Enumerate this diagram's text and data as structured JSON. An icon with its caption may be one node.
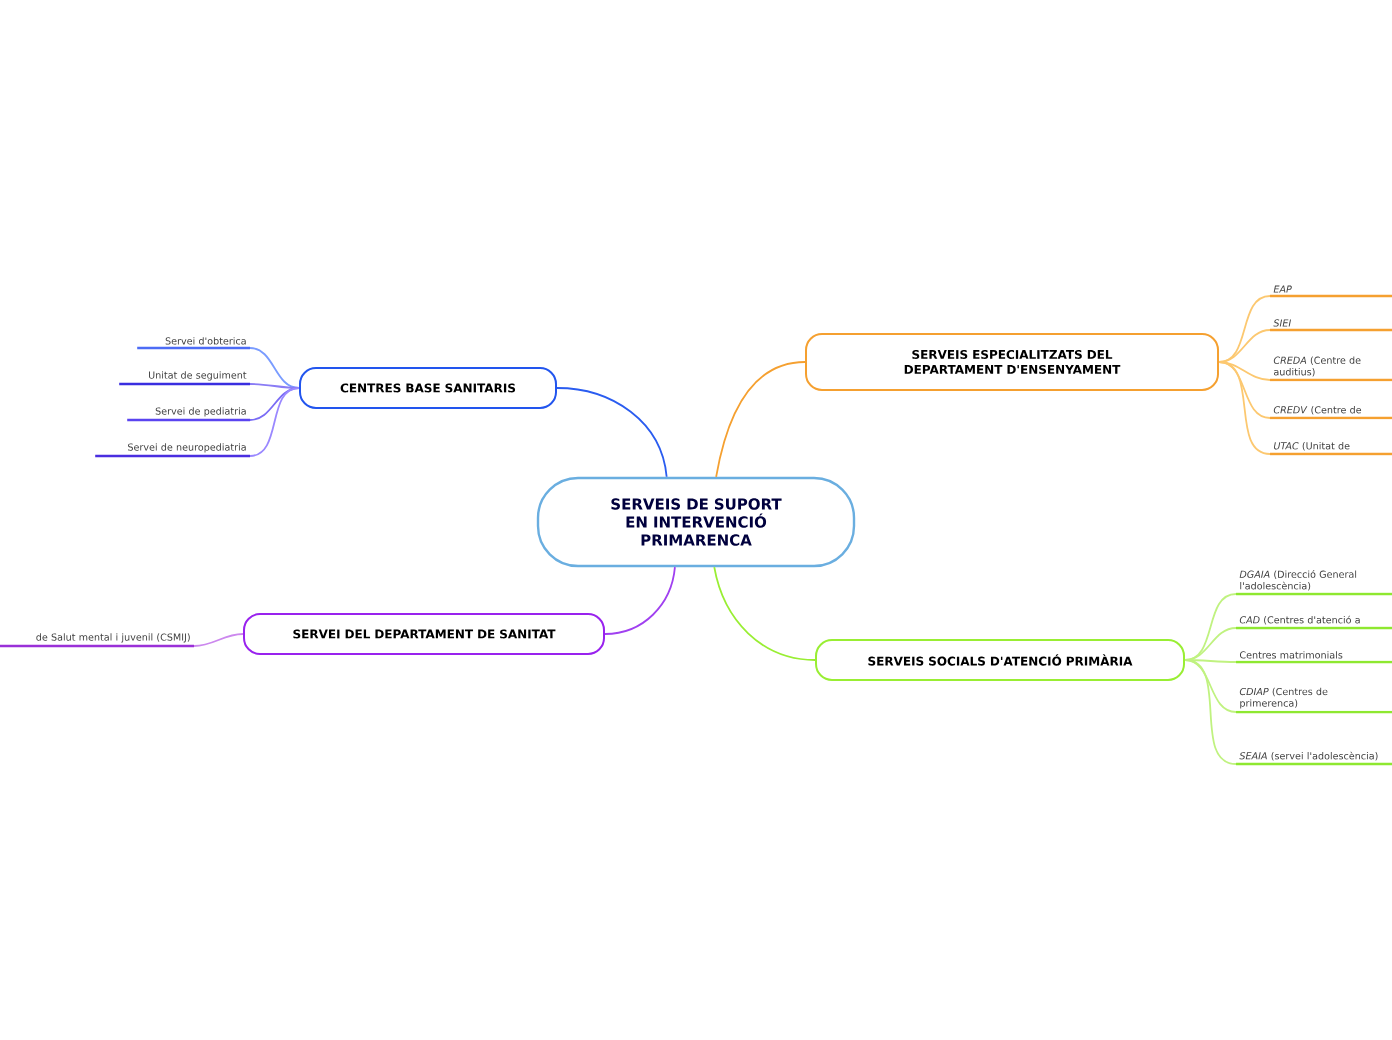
{
  "diagram": {
    "nodes": [
      {
        "text": [
          "SERVEIS DE SUPORT EN INTERVENCIÓ PRIMARENCA"
        ]
      },
      {
        "text": [
          "CENTRES BASE SANITARIS"
        ]
      },
      {
        "text": [
          "Servei d'obterica"
        ]
      },
      {
        "text": [
          "Unitat de seguiment"
        ]
      },
      {
        "text": [
          "Servei de pediatria"
        ]
      },
      {
        "text": [
          "Servei de neuropediatria"
        ]
      },
      {
        "text": [
          "SERVEI DEL DEPARTAMENT DE SANITAT"
        ]
      },
      {
        "text": [
          "de Salut mental i juvenil (CSMIJ)"
        ]
      },
      {
        "text": [
          "SERVEIS ESPECIALITZATS DEL DEPARTAMENT D'ENSENYAMENT"
        ]
      },
      {
        "text": [
          "EAP"
        ]
      },
      {
        "text": [
          "SIEI"
        ]
      },
      {
        "text": [
          "*CREDA* (Centre de auditius)"
        ]
      },
      {
        "text": [
          "*CREDV* (Centre de"
        ]
      },
      {
        "text": [
          "*UTAC* (Unitat de"
        ]
      },
      {
        "text": [
          "SERVEIS SOCIALS D'ATENCIÓ PRIMÀRIA"
        ]
      },
      {
        "text": [
          "*DGAIA* (Direcció General l'adolescència)"
        ]
      },
      {
        "text": [
          "*CAD* (Centres d'atenció a"
        ]
      },
      {
        "text": [
          "Centres matrimonials"
        ]
      },
      {
        "text": [
          "*CDIAP* (Centres de primerenca)"
        ]
      },
      {
        "text": [
          "*SEAIA* (servei l'adolescència)"
        ]
      }
    ],
    "edges": [
      {
        "from": 0,
        "to": 1,
        "arrow": "none",
        "color": "#2a5cf0"
      },
      {
        "from": 1,
        "to": 2,
        "arrow": "none",
        "color": "#7a9cff"
      },
      {
        "from": 1,
        "to": 3,
        "arrow": "none",
        "color": "#8a7cf5"
      },
      {
        "from": 1,
        "to": 4,
        "arrow": "none",
        "color": "#7a6cf5"
      },
      {
        "from": 1,
        "to": 5,
        "arrow": "none",
        "color": "#9a88ff"
      },
      {
        "from": 0,
        "to": 6,
        "arrow": "none",
        "color": "#a040f0"
      },
      {
        "from": 6,
        "to": 7,
        "arrow": "none",
        "color": "#cc88ee"
      },
      {
        "from": 0,
        "to": 8,
        "arrow": "none",
        "color": "#f5a030"
      },
      {
        "from": 8,
        "to": 9,
        "arrow": "none",
        "color": "#fcc870"
      },
      {
        "from": 8,
        "to": 10,
        "arrow": "none",
        "color": "#fcc870"
      },
      {
        "from": 8,
        "to": 11,
        "arrow": "none",
        "color": "#fcc870"
      },
      {
        "from": 8,
        "to": 12,
        "arrow": "none",
        "color": "#fcc870"
      },
      {
        "from": 8,
        "to": 13,
        "arrow": "none",
        "color": "#fcc870"
      },
      {
        "from": 0,
        "to": 14,
        "arrow": "none",
        "color": "#99ee33"
      },
      {
        "from": 14,
        "to": 15,
        "arrow": "none",
        "color": "#c0f280"
      },
      {
        "from": 14,
        "to": 16,
        "arrow": "none",
        "color": "#c0f280"
      },
      {
        "from": 14,
        "to": 17,
        "arrow": "none",
        "color": "#c0f280"
      },
      {
        "from": 14,
        "to": 18,
        "arrow": "none",
        "color": "#c0f280"
      },
      {
        "from": 14,
        "to": 19,
        "arrow": "none",
        "color": "#c0f280"
      }
    ]
  }
}
